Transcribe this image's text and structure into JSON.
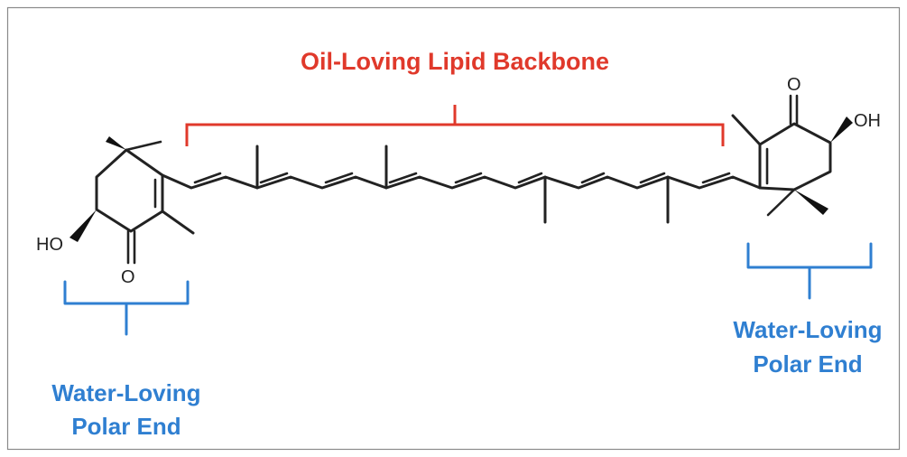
{
  "labels": {
    "backbone": "Oil-Loving Lipid Backbone",
    "left_end_line1": "Water-Loving",
    "left_end_line2": "Polar End",
    "right_end_line1": "Water-Loving",
    "right_end_line2": "Polar End"
  },
  "atoms": {
    "left_hydroxyl": "HO",
    "left_oxygen": "O",
    "right_oxygen": "O",
    "right_hydroxyl": "OH"
  },
  "colors": {
    "backbone_label": "#e0392b",
    "polar_end_label": "#2f7fd1",
    "bonds": "#222222"
  }
}
